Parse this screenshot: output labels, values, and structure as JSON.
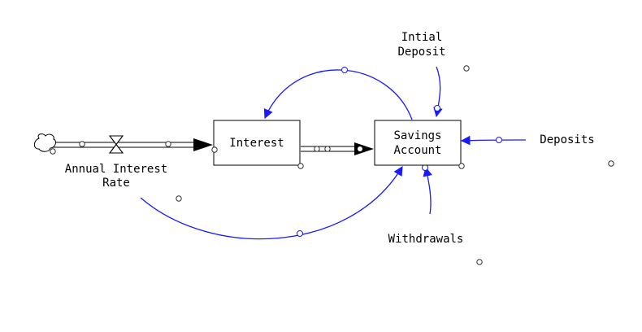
{
  "diagram": {
    "stocks": {
      "interest": "Interest",
      "savings_line1": "Savings",
      "savings_line2": "Account"
    },
    "variables": {
      "annual_rate_line1": "Annual Interest",
      "annual_rate_line2": "Rate",
      "initial_deposit_line1": "Intial",
      "initial_deposit_line2": "Deposit",
      "deposits": "Deposits",
      "withdrawals": "Withdrawals"
    },
    "colors": {
      "link": "#1a1aff",
      "flow": "#000000",
      "background": "#ffffff"
    },
    "icons": [
      "cloud-source-icon",
      "valve-icon",
      "arrowhead-icon"
    ]
  }
}
